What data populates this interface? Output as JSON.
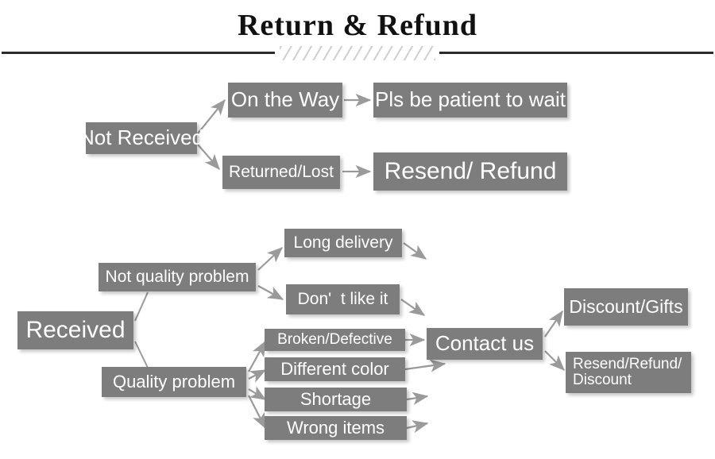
{
  "header": {
    "title": "Return & Refund",
    "divider_left": "horizontal-rule",
    "divider_hatch": "diagonal-hatch-band",
    "divider_right": "horizontal-rule"
  },
  "colors": {
    "box_fill": "#7d7d7d",
    "box_text": "#ffffff",
    "background": "#ffffff",
    "rule": "#2b2b2b",
    "hatch": "#cfcfcf",
    "arrow": "#9a9a9a"
  },
  "diagram": {
    "type": "flowchart",
    "nodes": [
      {
        "id": "not_received",
        "label": "Not Received"
      },
      {
        "id": "on_the_way",
        "label": "On the Way"
      },
      {
        "id": "pls_wait",
        "label": "Pls be patient to wait"
      },
      {
        "id": "returned_lost",
        "label": "Returned/Lost"
      },
      {
        "id": "resend_refund",
        "label": "Resend/ Refund"
      },
      {
        "id": "received",
        "label": "Received"
      },
      {
        "id": "not_quality",
        "label": "Not quality problem"
      },
      {
        "id": "quality",
        "label": "Quality problem"
      },
      {
        "id": "long_delivery",
        "label": "Long delivery"
      },
      {
        "id": "dont_like",
        "label": "Don'  t like it"
      },
      {
        "id": "broken",
        "label": "Broken/Defective"
      },
      {
        "id": "diff_color",
        "label": "Different color"
      },
      {
        "id": "shortage",
        "label": "Shortage"
      },
      {
        "id": "wrong_items",
        "label": "Wrong items"
      },
      {
        "id": "contact_us",
        "label": "Contact us"
      },
      {
        "id": "discount_gifts",
        "label": "Discount/Gifts"
      },
      {
        "id": "resend_refund_discount",
        "label": "Resend/Refund/\nDiscount"
      }
    ],
    "edges": [
      {
        "from": "not_received",
        "to": "on_the_way",
        "style": "arrow"
      },
      {
        "from": "not_received",
        "to": "returned_lost",
        "style": "arrow"
      },
      {
        "from": "on_the_way",
        "to": "pls_wait",
        "style": "arrow"
      },
      {
        "from": "returned_lost",
        "to": "resend_refund",
        "style": "arrow"
      },
      {
        "from": "received",
        "to": "not_quality",
        "style": "line"
      },
      {
        "from": "received",
        "to": "quality",
        "style": "line"
      },
      {
        "from": "not_quality",
        "to": "long_delivery",
        "style": "arrow"
      },
      {
        "from": "not_quality",
        "to": "dont_like",
        "style": "arrow"
      },
      {
        "from": "quality",
        "to": "broken",
        "style": "arrow"
      },
      {
        "from": "quality",
        "to": "diff_color",
        "style": "arrow"
      },
      {
        "from": "quality",
        "to": "shortage",
        "style": "arrow"
      },
      {
        "from": "quality",
        "to": "wrong_items",
        "style": "arrow"
      },
      {
        "from": "long_delivery",
        "to": "contact_us",
        "style": "arrow"
      },
      {
        "from": "dont_like",
        "to": "contact_us",
        "style": "arrow"
      },
      {
        "from": "broken",
        "to": "contact_us",
        "style": "arrow"
      },
      {
        "from": "diff_color",
        "to": "contact_us",
        "style": "arrow"
      },
      {
        "from": "shortage",
        "to": "contact_us",
        "style": "arrow"
      },
      {
        "from": "wrong_items",
        "to": "contact_us",
        "style": "arrow"
      },
      {
        "from": "contact_us",
        "to": "discount_gifts",
        "style": "arrow"
      },
      {
        "from": "contact_us",
        "to": "resend_refund_discount",
        "style": "arrow"
      }
    ]
  }
}
